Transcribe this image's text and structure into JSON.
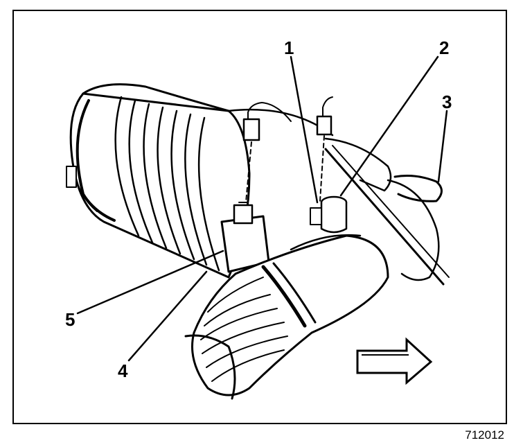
{
  "figure_id": "712012",
  "callouts": [
    {
      "label": "1"
    },
    {
      "label": "2"
    },
    {
      "label": "3"
    },
    {
      "label": "4"
    },
    {
      "label": "5"
    }
  ],
  "colors": {
    "ink": "#000000",
    "paper": "#ffffff"
  },
  "icons": {
    "direction": "arrow-right-icon"
  }
}
